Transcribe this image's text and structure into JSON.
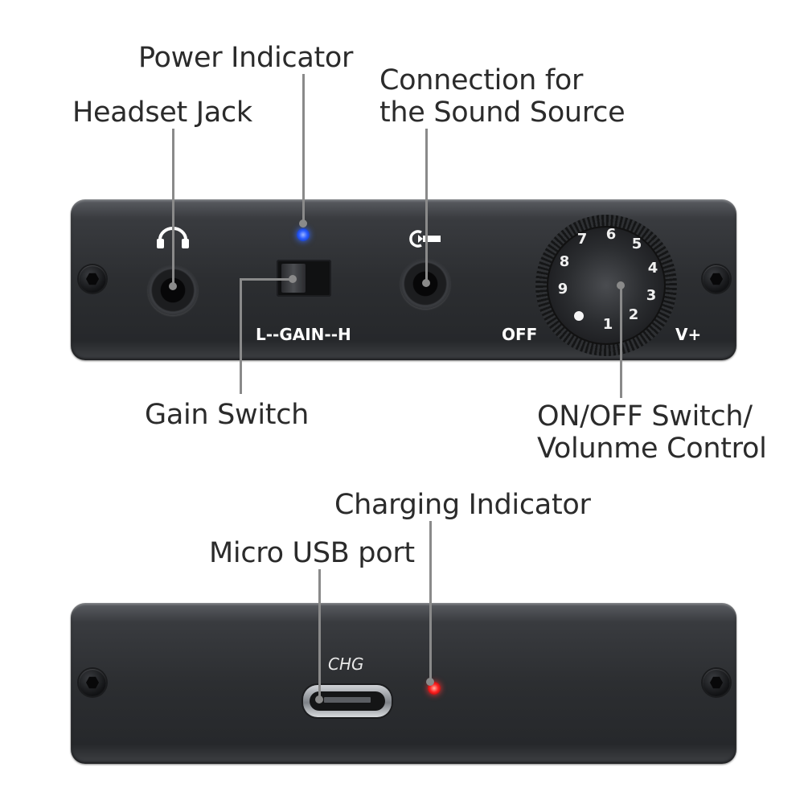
{
  "callouts": {
    "power_indicator": "Power Indicator",
    "headset_jack": "Headset Jack",
    "sound_source": "Connection for\nthe Sound Source",
    "gain_switch": "Gain Switch",
    "onoff_volume": "ON/OFF Switch/\nVolunme Control",
    "charging_indicator": "Charging Indicator",
    "micro_usb": "Micro USB port"
  },
  "front_panel": {
    "gain_label": "L--GAIN--H",
    "off_label": "OFF",
    "volume_label": "V+",
    "knob_numbers": [
      "1",
      "2",
      "3",
      "4",
      "5",
      "6",
      "7",
      "8",
      "9"
    ],
    "icons": [
      "headphone-icon",
      "input-icon"
    ],
    "power_led_color": "#2a5cff"
  },
  "back_panel": {
    "chg_label": "CHG",
    "charging_led_color": "#ff2222"
  },
  "colors": {
    "panel": "#2c2e31",
    "leader_line": "#8a8a8a",
    "callout_text": "#2b2b2b"
  }
}
